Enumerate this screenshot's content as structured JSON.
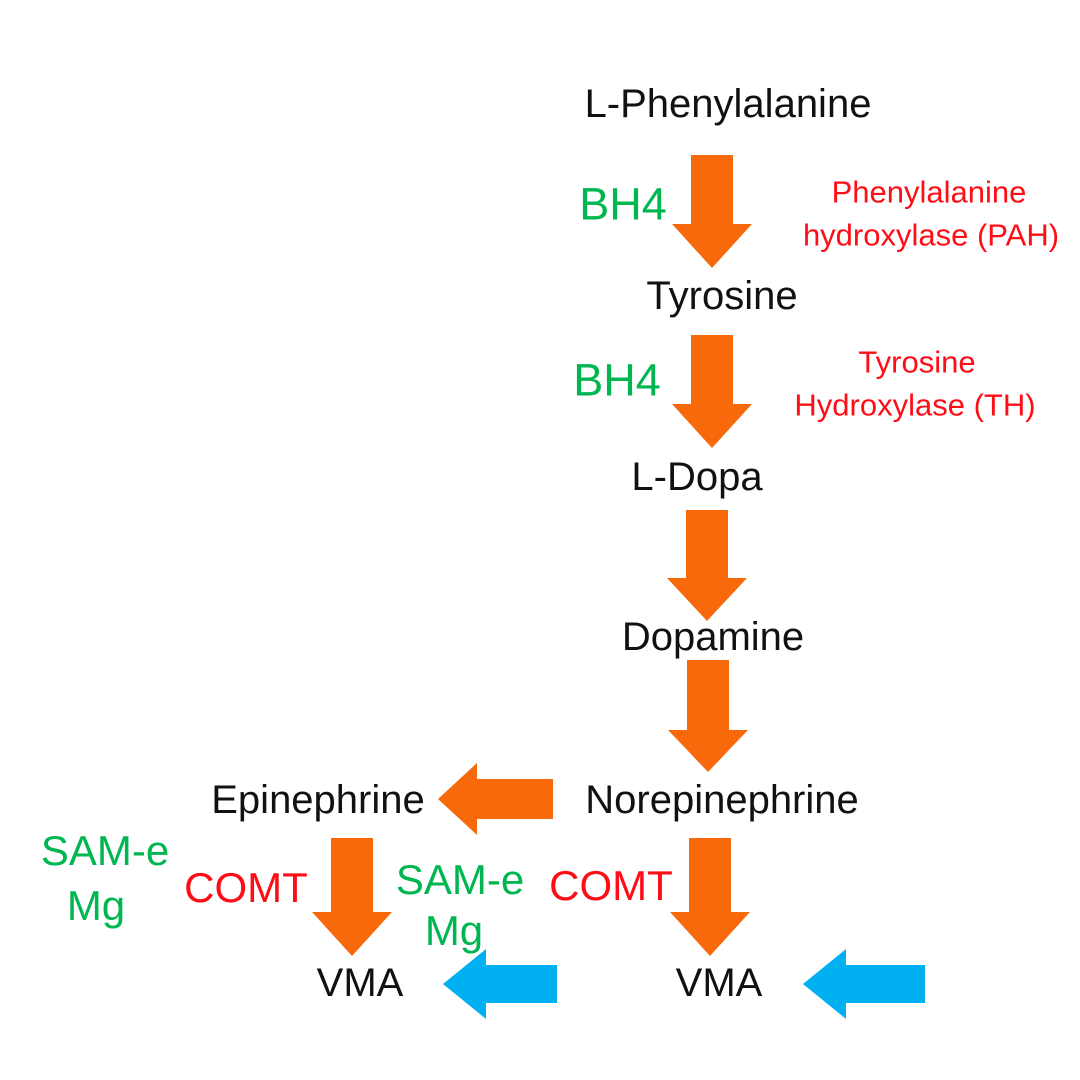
{
  "colors": {
    "background": "#ffffff",
    "text": "#111111",
    "orange": "#F8690B",
    "blue": "#00B0F0",
    "green": "#00B651",
    "red": "#FF0D16"
  },
  "nodes": {
    "l_phenylalanine": "L-Phenylalanine",
    "tyrosine": "Tyrosine",
    "l_dopa": "L-Dopa",
    "dopamine": "Dopamine",
    "norepinephrine": "Norepinephrine",
    "epinephrine": "Epinephrine",
    "vma_left": "VMA",
    "vma_right": "VMA"
  },
  "cofactors": {
    "bh4_step1": "BH4",
    "bh4_step2": "BH4",
    "same_left_line1": "SAM-e",
    "same_left_line2": "Mg",
    "same_mid_line1": "SAM-e",
    "same_mid_line2": "Mg"
  },
  "enzymes": {
    "pah_line1": "Phenylalanine",
    "pah_line2": "hydroxylase (PAH)",
    "th_line1": "Tyrosine",
    "th_line2": "Hydroxylase (TH)",
    "comt_left": "COMT",
    "comt_right": "COMT"
  },
  "arrows": [
    {
      "from": "L-Phenylalanine",
      "to": "Tyrosine",
      "color": "orange",
      "direction": "down"
    },
    {
      "from": "Tyrosine",
      "to": "L-Dopa",
      "color": "orange",
      "direction": "down"
    },
    {
      "from": "L-Dopa",
      "to": "Dopamine",
      "color": "orange",
      "direction": "down"
    },
    {
      "from": "Dopamine",
      "to": "Norepinephrine",
      "color": "orange",
      "direction": "down"
    },
    {
      "from": "Norepinephrine",
      "to": "Epinephrine",
      "color": "orange",
      "direction": "left"
    },
    {
      "from": "Epinephrine",
      "to": "VMA",
      "color": "orange",
      "direction": "down"
    },
    {
      "from": "Norepinephrine",
      "to": "VMA",
      "color": "orange",
      "direction": "down"
    },
    {
      "points_to": "VMA (left)",
      "color": "blue",
      "direction": "left"
    },
    {
      "points_to": "VMA (right)",
      "color": "blue",
      "direction": "left"
    }
  ]
}
